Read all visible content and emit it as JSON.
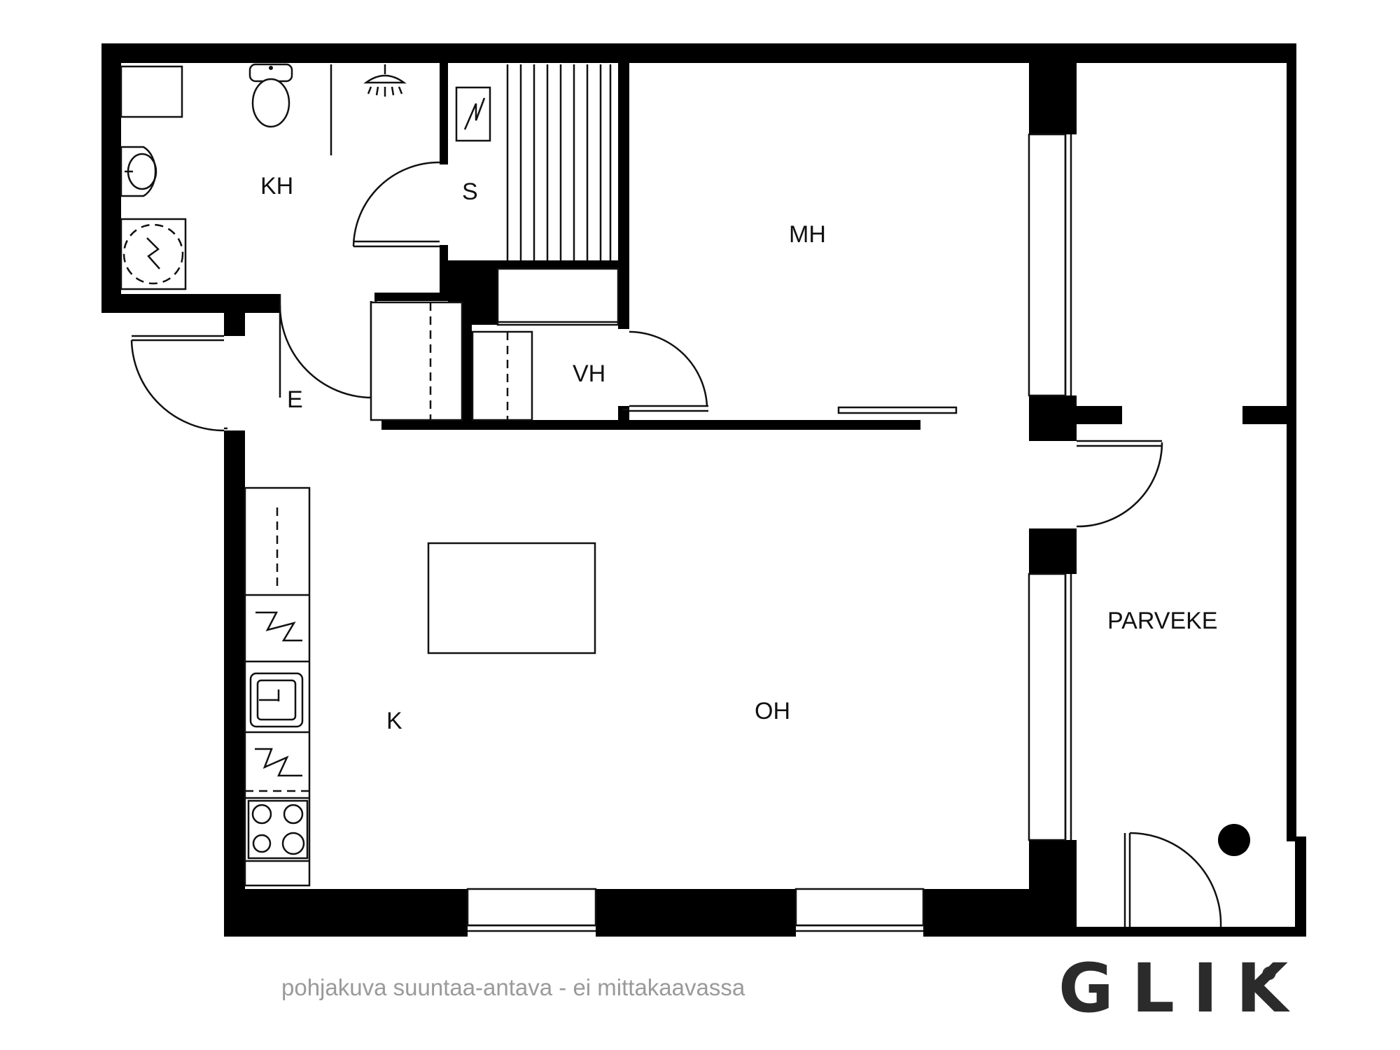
{
  "rooms": {
    "kh": "KH",
    "s": "S",
    "mh": "MH",
    "e": "E",
    "vh": "VH",
    "k": "K",
    "oh": "OH",
    "parveke": "PARVEKE"
  },
  "footer": {
    "disclaimer": "pohjakuva suuntaa-antava - ei mittakaavassa",
    "logo": "GLIK",
    "logo_mark": "®"
  },
  "icons": [
    "toilet-icon",
    "shower-icon",
    "sink-icon",
    "electric-heater-icon",
    "stove-icon",
    "washing-machine-icon"
  ],
  "colors": {
    "wall": "#000000",
    "line": "#111111",
    "disclaimer": "#9a9a9a",
    "logo": "#2b2b2b"
  }
}
